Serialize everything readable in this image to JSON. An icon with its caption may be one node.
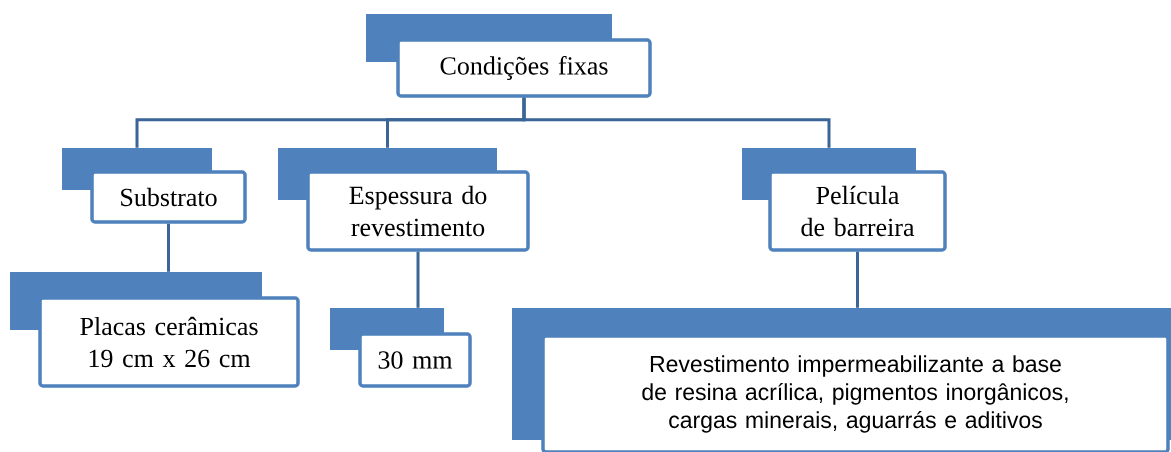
{
  "diagram": {
    "nodes": [
      {
        "text": [
          "Condições fixas"
        ]
      },
      {
        "text": [
          "Substrato"
        ]
      },
      {
        "text": [
          "Espessura do revestimento"
        ]
      },
      {
        "text": [
          "Película de barreira"
        ]
      },
      {
        "text": [
          "Placas cerâmicas 19 cm x 26 cm"
        ]
      },
      {
        "text": [
          "30 mm"
        ]
      },
      {
        "text": [
          "Revestimento impermeabilizante a base de resina acrílica, pigmentos inorgânicos, cargas minerais, aguarrás e aditivos"
        ]
      }
    ],
    "edges": [
      {
        "from": 0,
        "to": 1,
        "arrow": "none"
      },
      {
        "from": 0,
        "to": 2,
        "arrow": "none"
      },
      {
        "from": 0,
        "to": 3,
        "arrow": "none"
      },
      {
        "from": 1,
        "to": 4,
        "arrow": "none"
      },
      {
        "from": 2,
        "to": 5,
        "arrow": "none"
      },
      {
        "from": 3,
        "to": 6,
        "arrow": "none"
      }
    ]
  }
}
